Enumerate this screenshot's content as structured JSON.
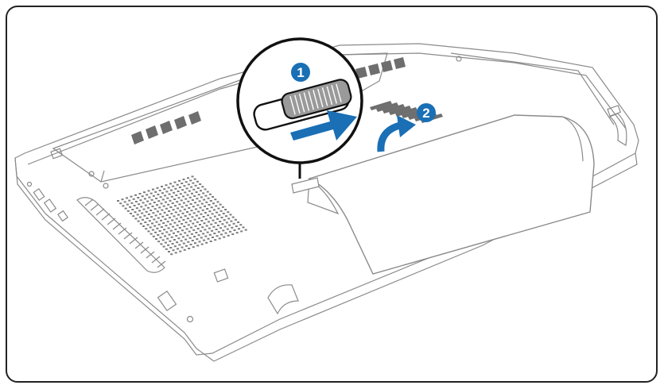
{
  "steps": [
    {
      "number": "1"
    },
    {
      "number": "2"
    }
  ],
  "colors": {
    "frame_border": "#222222",
    "laptop_outline": "#8a8a8a",
    "vent": "#6e6e6e",
    "battery_fill": "#ffffff",
    "accent_blue": "#1a6fb5",
    "callout_outline": "#111111",
    "latch_grey": "#9a9a9a"
  },
  "icons": {
    "step_badge": "circled-number",
    "slide_arrow": "right-arrow-icon",
    "lift_arrow": "curved-arrow-icon"
  }
}
